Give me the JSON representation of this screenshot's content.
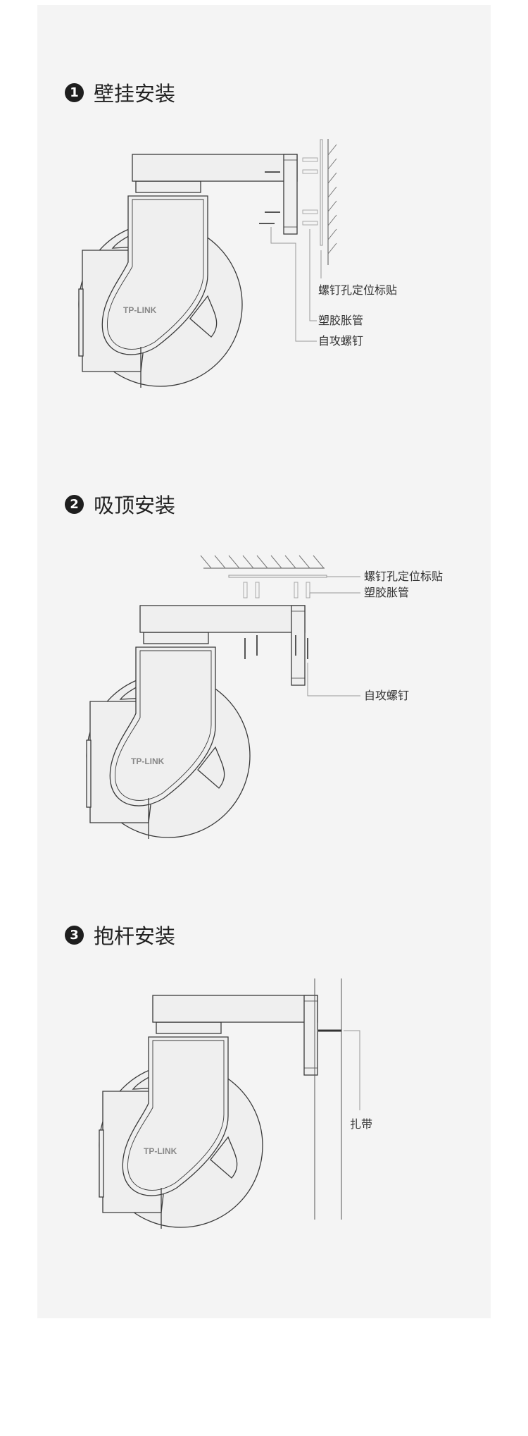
{
  "sections": [
    {
      "number": "1",
      "title": "壁挂安装",
      "labels": [
        "螺钉孔定位标贴",
        "塑胶胀管",
        "自攻螺钉"
      ]
    },
    {
      "number": "2",
      "title": "吸顶安装",
      "labels": [
        "螺钉孔定位标贴",
        "塑胶胀管",
        "自攻螺钉"
      ]
    },
    {
      "number": "3",
      "title": "抱杆安装",
      "labels": [
        "扎带"
      ]
    }
  ],
  "logo": "TP-LINK"
}
